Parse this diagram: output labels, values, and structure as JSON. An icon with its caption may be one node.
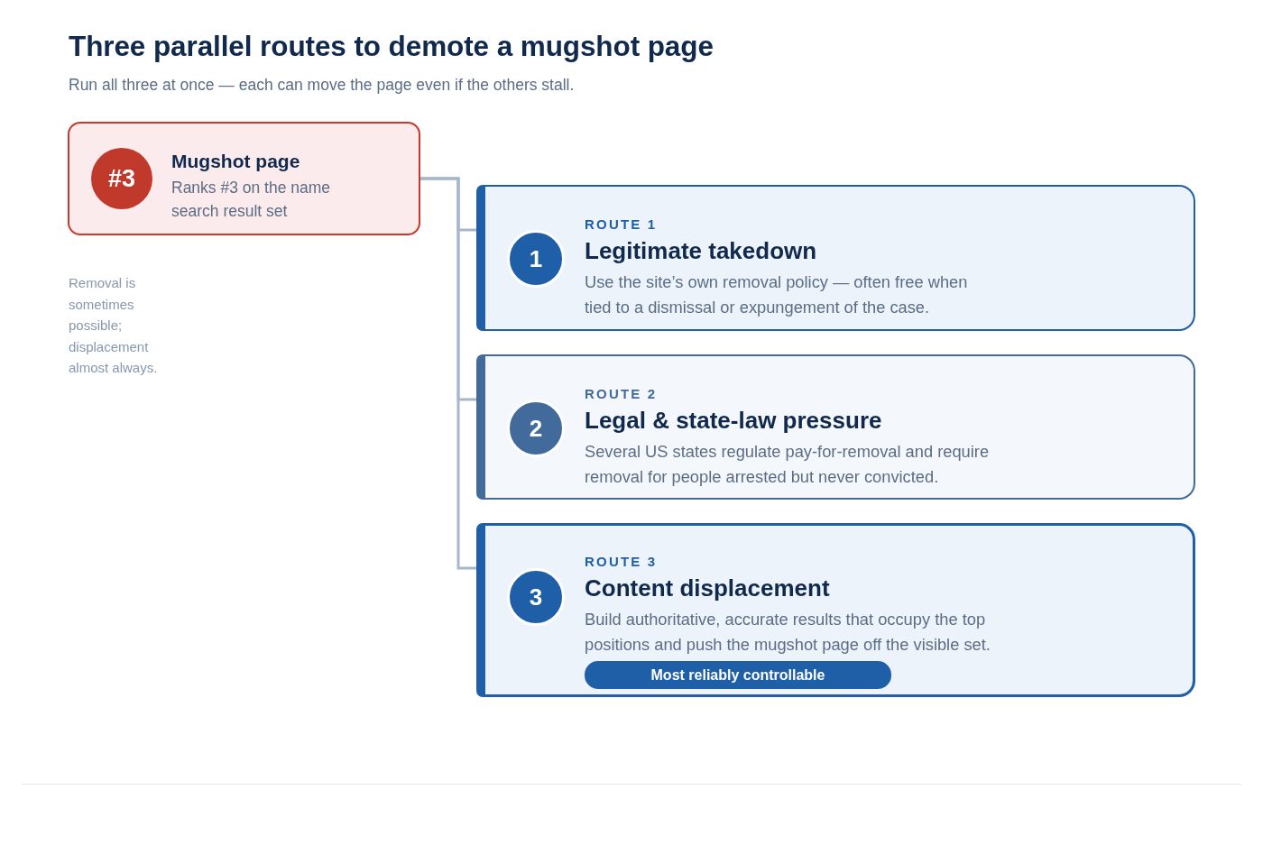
{
  "diagram": {
    "title": "Three parallel routes to demote a mugshot page",
    "nodes": [
      {
        "text": [
          "Mugshot page",
          "Ranks #3 on the name search result set"
        ]
      },
      {
        "text": [
          "#3"
        ],
        "in": 0
      },
      {
        "text": [
          "ROUTE 1",
          "Legitimate takedown",
          "Use the site’s own removal policy — often free when tied to a dismissal or expungement of the case."
        ]
      },
      {
        "text": [
          "1"
        ],
        "in": 2
      },
      {
        "text": [
          "ROUTE 2",
          "Legal & state-law pressure",
          "Several US states regulate pay-for-removal and require removal for people arrested but never convicted."
        ]
      },
      {
        "text": [
          "2"
        ],
        "in": 4
      },
      {
        "text": [
          "ROUTE 3",
          "Content displacement",
          "Build authoritative, accurate results that occupy the top positions and push the mugshot page off the visible set."
        ]
      },
      {
        "text": [
          "3"
        ],
        "in": 6
      },
      {
        "text": [
          "Most reliably controllable"
        ],
        "in": 6
      }
    ],
    "edges": [
      {
        "from": 0,
        "to": 2,
        "arrow": "none"
      },
      {
        "from": 0,
        "to": 4,
        "arrow": "none"
      },
      {
        "from": 0,
        "to": 6,
        "arrow": "none"
      }
    ],
    "labels": [
      "Run all three at once — each can move the page even if the others stall.",
      "Removal is sometimes possible; displacement almost always."
    ]
  }
}
